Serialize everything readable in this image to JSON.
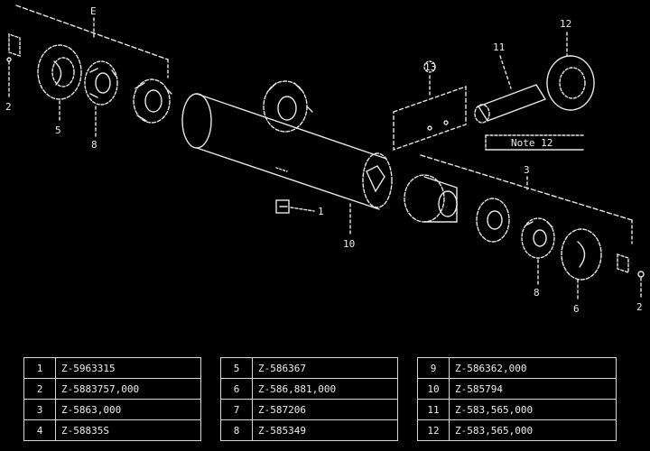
{
  "callouts": {
    "e": "E",
    "two_left": "2",
    "five": "5",
    "eight_left": "8",
    "eleven": "11",
    "twelve": "12",
    "thirteen": "13",
    "ten": "10",
    "one": "1",
    "three": "3",
    "two_right": "2",
    "eight_right": "8",
    "six": "6",
    "note": "Note 12"
  },
  "parts_table": [
    [
      {
        "n": "1",
        "pn": "Z-5963315"
      },
      {
        "n": "5",
        "pn": "Z-586367"
      },
      {
        "n": "9",
        "pn": "Z-586362,000"
      }
    ],
    [
      {
        "n": "2",
        "pn": "Z-5883757,000"
      },
      {
        "n": "6",
        "pn": "Z-586,881,000"
      },
      {
        "n": "10",
        "pn": "Z-585794"
      }
    ],
    [
      {
        "n": "3",
        "pn": "Z-5863,000"
      },
      {
        "n": "7",
        "pn": "Z-587206"
      },
      {
        "n": "11",
        "pn": "Z-583,565,000"
      }
    ],
    [
      {
        "n": "4",
        "pn": "Z-58835S"
      },
      {
        "n": "8",
        "pn": "Z-585349"
      },
      {
        "n": "12",
        "pn": "Z-583,565,000"
      }
    ]
  ]
}
